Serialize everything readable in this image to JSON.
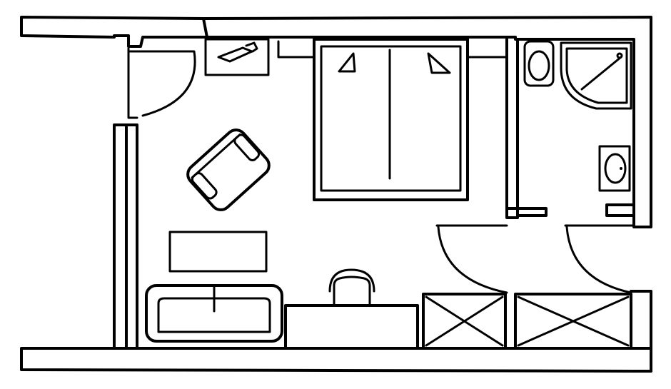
{
  "diagram": {
    "kind": "hotel room floor plan (line drawing)",
    "colors": {
      "ink": "#000000",
      "background": "#ffffff"
    },
    "symbols": [
      "entrance-door-swing",
      "luggage-rack-table",
      "armchair",
      "double-bed",
      "coffee-table",
      "sofa",
      "desk",
      "desk-chair",
      "wardrobe-left",
      "wardrobe-right",
      "toilet",
      "corner-shower",
      "washbasin",
      "bathroom-door-swing"
    ]
  }
}
